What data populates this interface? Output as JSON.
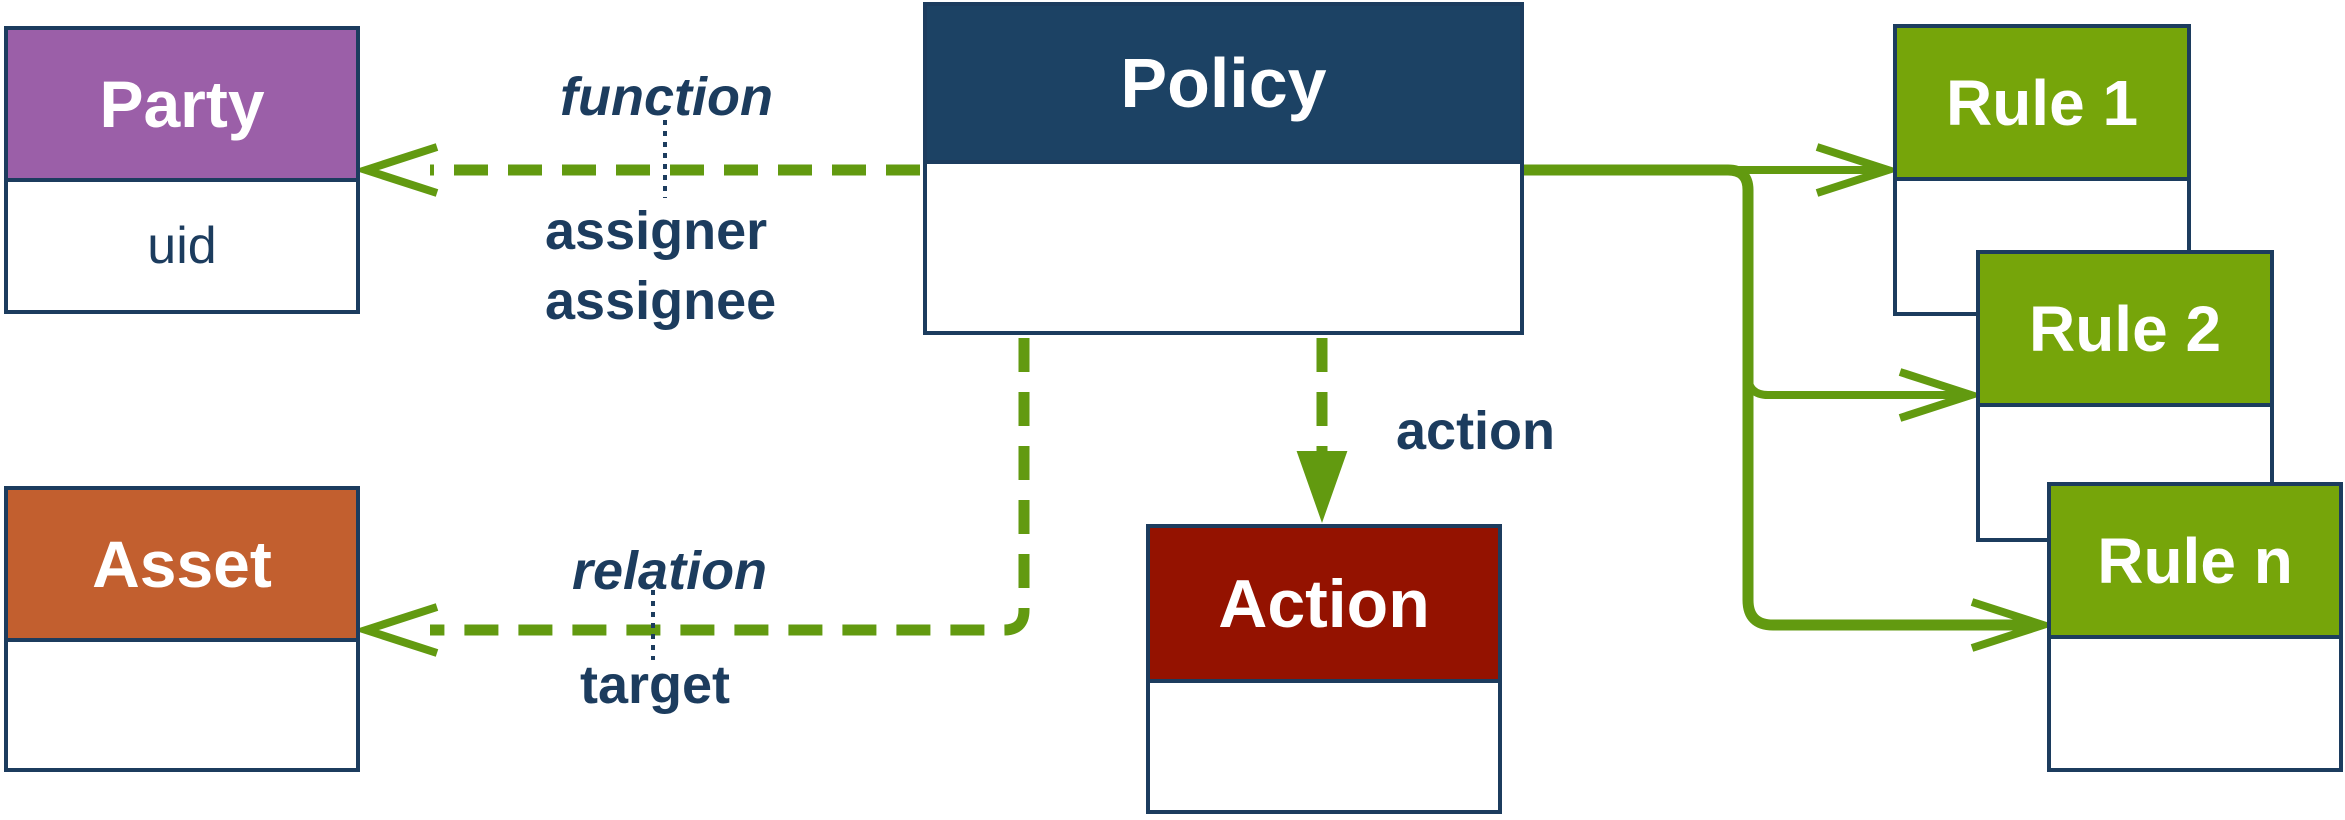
{
  "colors": {
    "navy": "#1c3c5e",
    "green": "#629a10",
    "party": "#9b5fa8",
    "asset": "#c25f2f",
    "policy": "#1c4264",
    "action": "#941200",
    "rule": "#76a50a"
  },
  "boxes": {
    "party": {
      "title": "Party",
      "attr": "uid"
    },
    "asset": {
      "title": "Asset"
    },
    "policy": {
      "title": "Policy"
    },
    "action": {
      "title": "Action"
    },
    "rule1": {
      "title": "Rule 1"
    },
    "rule2": {
      "title": "Rule 2"
    },
    "rulen": {
      "title": "Rule n"
    }
  },
  "labels": {
    "function": "function",
    "assigner": "assigner",
    "assignee": "assignee",
    "relation": "relation",
    "target": "target",
    "action": "action"
  }
}
